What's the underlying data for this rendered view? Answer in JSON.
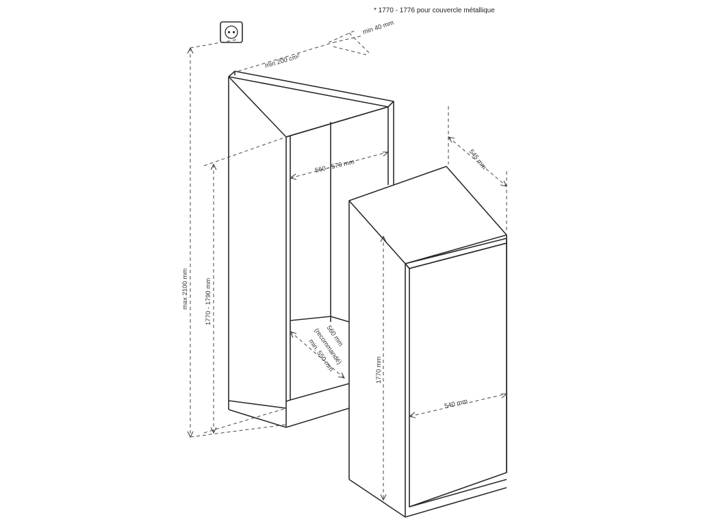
{
  "note": "* 1770 - 1776 pour couvercle métallique",
  "labels": {
    "vent_top": "min 200 cm²",
    "gap_top": "min 40 mm",
    "max_height": "max 2100 mm",
    "niche_height": "1770 - 1790 mm",
    "niche_width": "560 - 570 mm",
    "niche_depth_1": "560 mm",
    "niche_depth_2": "(recommandé)",
    "niche_depth_3": "min. 550 mm",
    "appliance_depth": "545 mm",
    "appliance_height": "1770 mm",
    "appliance_width": "540 mm"
  },
  "icons": {
    "socket": "power-socket-icon"
  },
  "colors": {
    "line": "#2a2a2a",
    "dimension": "#444444",
    "background": "#ffffff"
  }
}
